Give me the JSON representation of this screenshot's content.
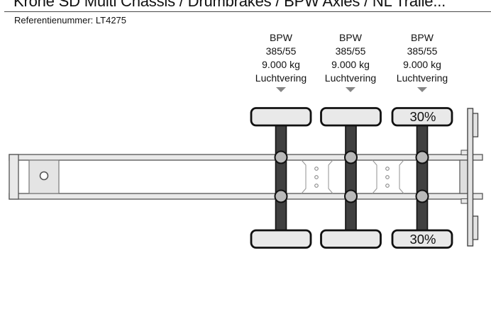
{
  "page": {
    "title": "Krone SD Multi Chassis / Drumbrakes / BPW Axles / NL Traile...",
    "reference": "Referentienummer: LT4275"
  },
  "axles": [
    {
      "brand": "BPW",
      "tire_size": "385/55",
      "load": "9.000 kg",
      "suspension": "Luchtvering",
      "tread_top": "",
      "tread_bottom": ""
    },
    {
      "brand": "BPW",
      "tire_size": "385/55",
      "load": "9.000 kg",
      "suspension": "Luchtvering",
      "tread_top": "",
      "tread_bottom": ""
    },
    {
      "brand": "BPW",
      "tire_size": "385/55",
      "load": "9.000 kg",
      "suspension": "Luchtvering",
      "tread_top": "30%",
      "tread_bottom": "30%"
    }
  ],
  "diagram": {
    "type": "trailer-chassis-top-view",
    "axle_count": 3,
    "colors": {
      "rail_fill": "#e9e9e9",
      "rail_stroke": "#555555",
      "axle_bar_fill": "#404040",
      "axle_bar_stroke": "#111111",
      "suspension_fill": "#b9b9b9",
      "tire_fill": "#e9e9e9",
      "tire_stroke": "#111111",
      "cross_member_stroke": "#9a9a9a",
      "caret": "#868686",
      "text": "#111111"
    }
  }
}
